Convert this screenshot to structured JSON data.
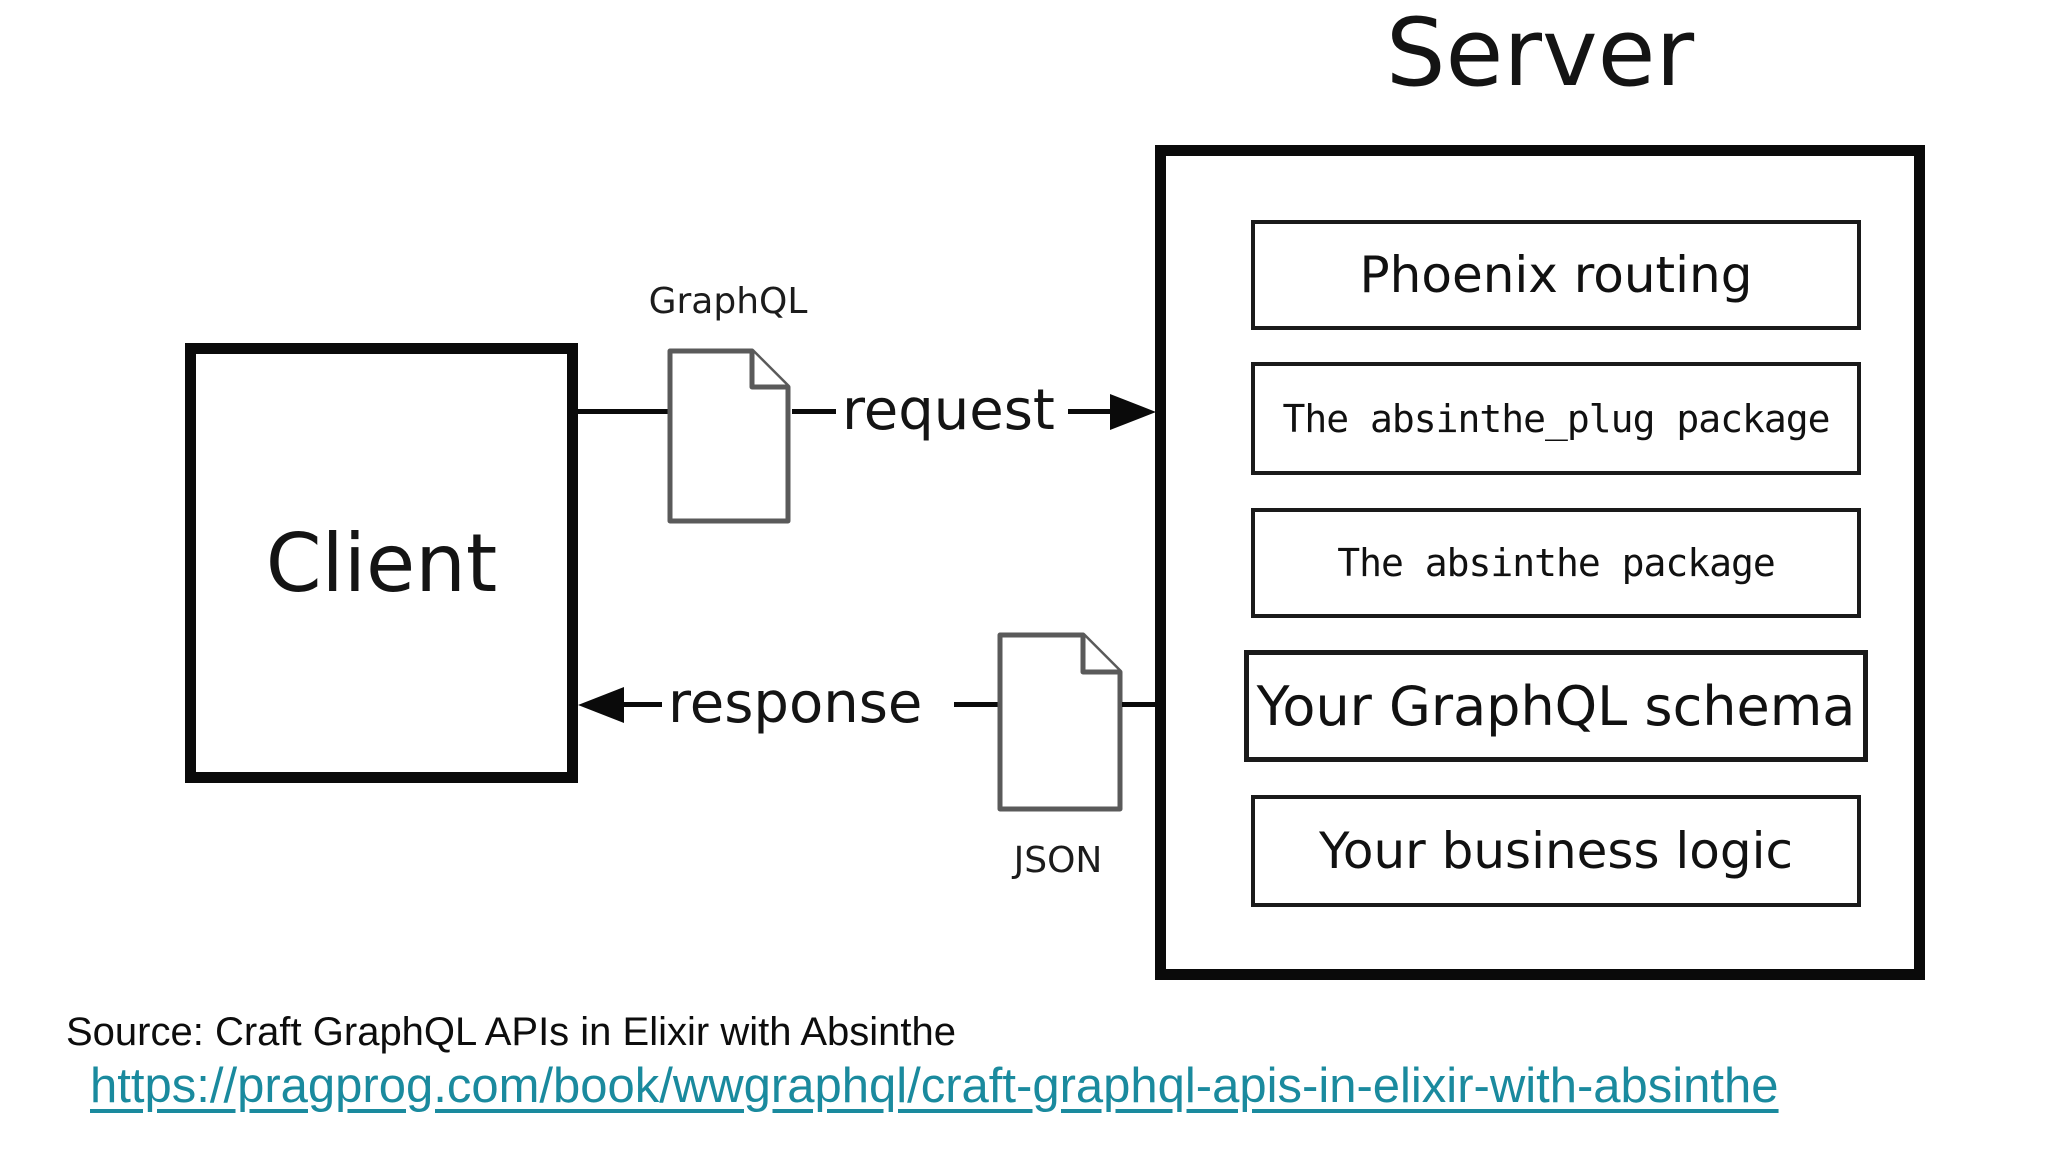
{
  "title": "Server",
  "client": {
    "label": "Client"
  },
  "server": {
    "layers": [
      {
        "label": "Phoenix routing"
      },
      {
        "label": "The absinthe_plug package"
      },
      {
        "label": "The absinthe package"
      },
      {
        "label": "Your GraphQL schema"
      },
      {
        "label": "Your business logic"
      }
    ]
  },
  "flows": {
    "request": {
      "label": "request",
      "payload_label": "GraphQL",
      "payload_icon": "document-icon"
    },
    "response": {
      "label": "response",
      "payload_label": "JSON",
      "payload_icon": "document-icon"
    }
  },
  "footer": {
    "source": "Source: Craft GraphQL APIs in Elixir with Absinthe",
    "link": {
      "text": "https://pragprog.com/book/wwgraphql/craft-graphql-apis-in-elixir-with-absinthe",
      "href": "https://pragprog.com/book/wwgraphql/craft-graphql-apis-in-elixir-with-absinthe"
    }
  },
  "colors": {
    "link": "#1a8a9e",
    "border": "#000000",
    "doc_stroke": "#5a5a5a"
  }
}
